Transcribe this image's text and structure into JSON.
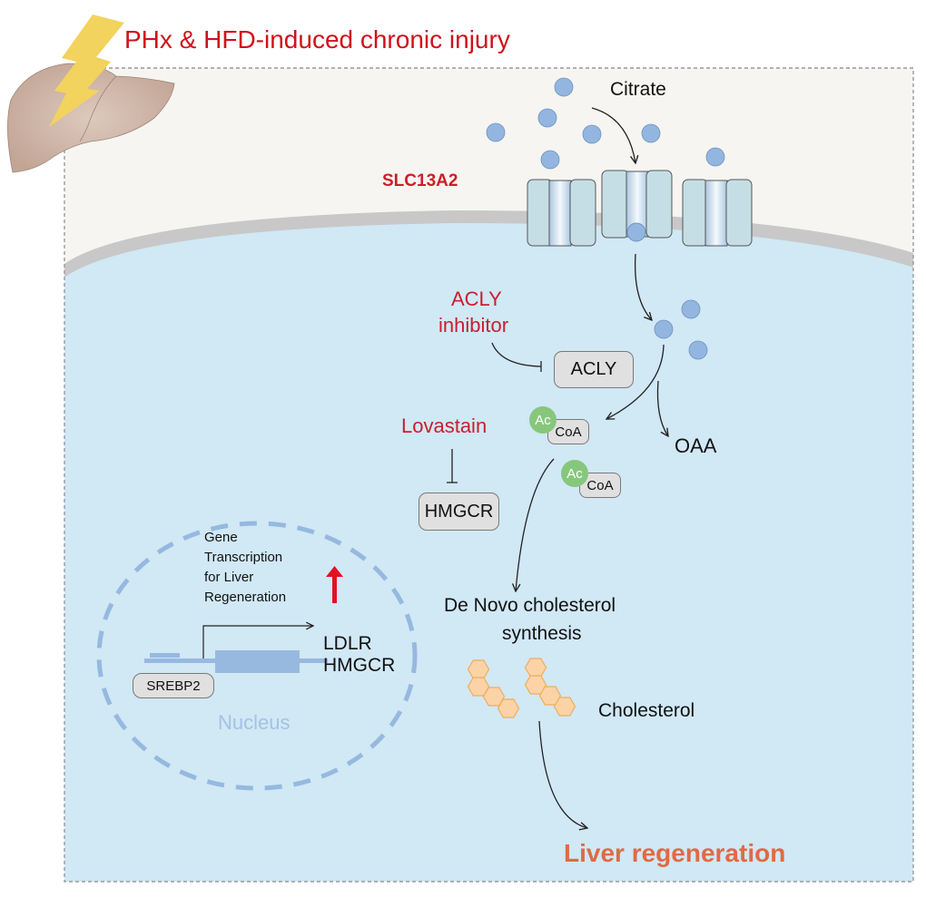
{
  "title": "PHx & HFD-induced chronic injury",
  "colors": {
    "extracellular_bg": "#f6f5f1",
    "cytoplasm_bg": "#d1e8f5",
    "membrane": "#c8c8c8",
    "citrate_dot": "#93b6e0",
    "inhibitor_red": "#c8202e",
    "title_red": "#d0121b",
    "outcome_orange": "#e06a45",
    "acetyl_green": "#86c77c",
    "cholesterol_hex": "#fbd3a7",
    "nucleus_dash": "#95b9df"
  },
  "labels": {
    "transporter": "SLC13A2",
    "citrate": "Citrate",
    "acly_inhibitor_line1": "ACLY",
    "acly_inhibitor_line2": "inhibitor",
    "acly": "ACLY",
    "lovastain": "Lovastain",
    "hmgcr": "HMGCR",
    "oaa": "OAA",
    "ac": "Ac",
    "coa": "CoA",
    "de_novo_line1": "De Novo cholesterol",
    "de_novo_line2": "synthesis",
    "cholesterol": "Cholesterol",
    "liver_regeneration": "Liver regeneration",
    "gene_line1": "Gene",
    "gene_line2": "Transcription",
    "gene_line3": "for Liver",
    "gene_line4": "Regeneration",
    "target_gene1": "LDLR",
    "target_gene2": "HMGCR",
    "srebp2": "SREBP2",
    "nucleus": "Nucleus"
  },
  "icons": {
    "organ": "liver-icon",
    "injury": "lightning-bolt-icon",
    "upregulation": "red-up-arrow-icon",
    "molecule": "citrate-molecule-icon",
    "channel": "membrane-transporter-icon",
    "sterol": "cholesterol-hexagon-icon"
  }
}
